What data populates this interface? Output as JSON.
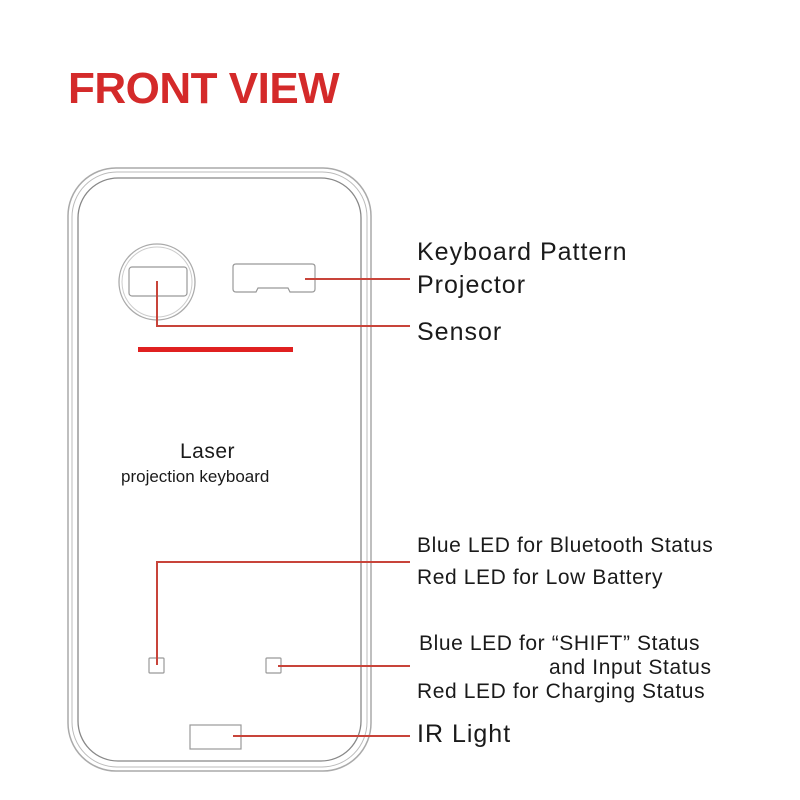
{
  "title": "FRONT VIEW",
  "device": {
    "name_line1": "Laser",
    "name_line2": "projection keyboard"
  },
  "labels": {
    "projector_line1": "Keyboard  Pattern",
    "projector_line2": "Projector",
    "sensor": "Sensor",
    "led1_line1": "Blue LED for Bluetooth Status",
    "led1_line2": "Red LED for Low Battery",
    "led2_line1": "Blue LED for “SHIFT” Status",
    "led2_line2": "and  Input Status",
    "led2_line3": "Red LED for Charging Status",
    "ir": "IR Light"
  },
  "colors": {
    "accent": "#d42a2a",
    "leader": "#c8443a",
    "outline": "#9a9a9a",
    "laser_bar": "#e02020"
  }
}
